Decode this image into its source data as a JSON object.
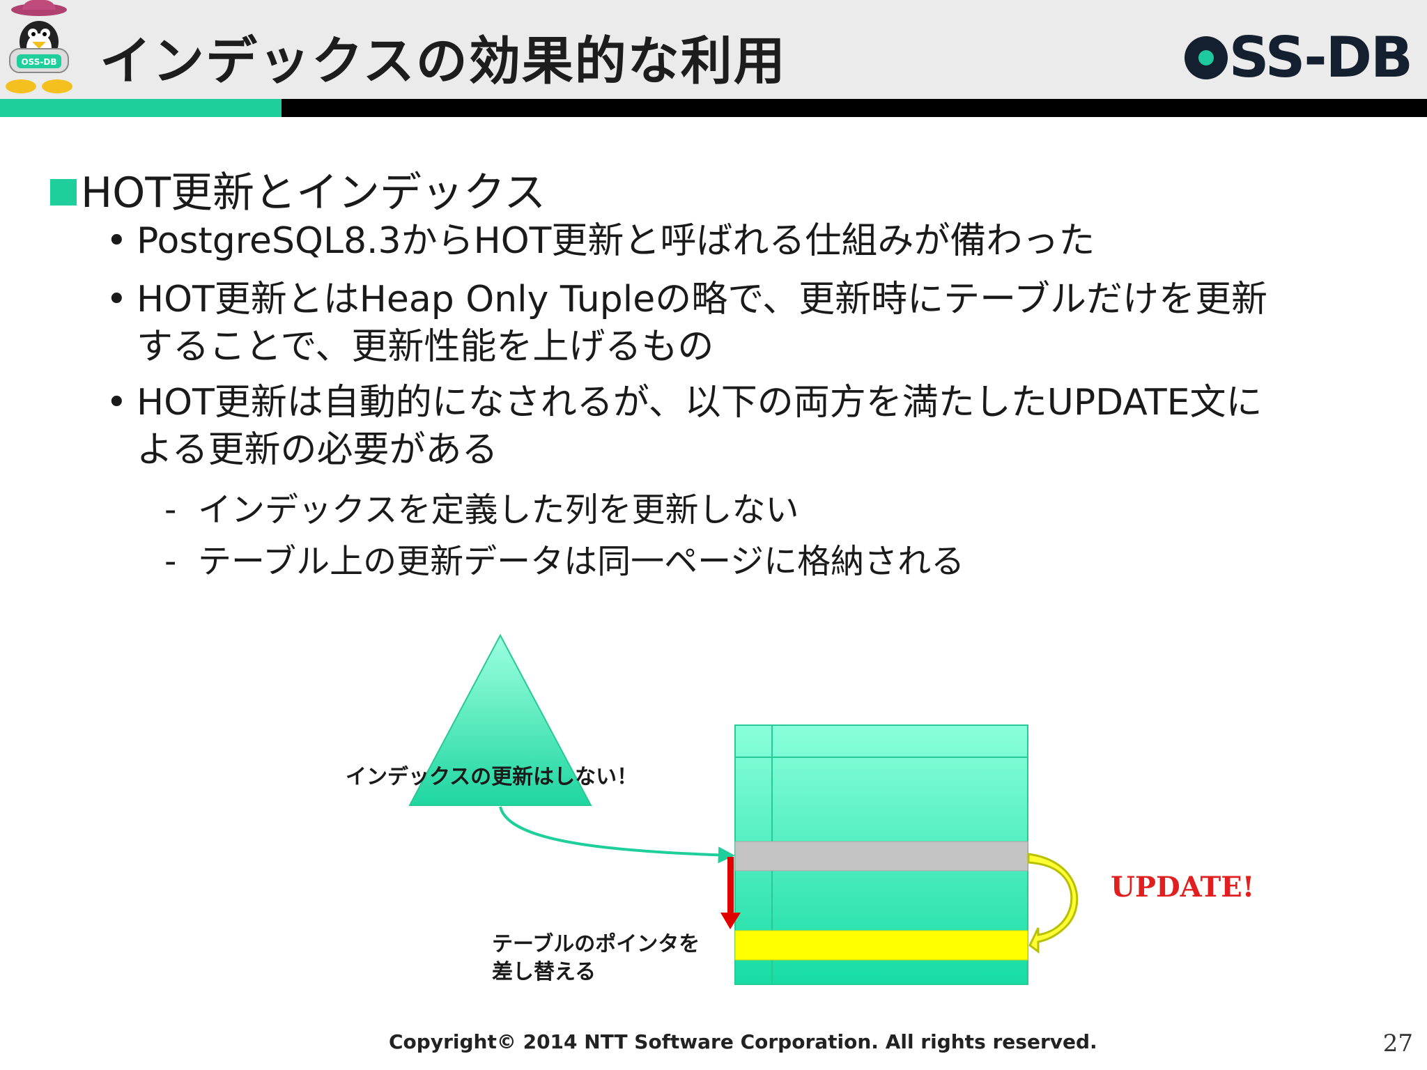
{
  "header": {
    "title": "インデックスの効果的な利用",
    "logo_text": "SS-DB",
    "mascot_badge": "OSS-DB"
  },
  "content": {
    "heading": "HOT更新とインデックス",
    "bullets": [
      {
        "line1": "PostgreSQL8.3からHOT更新と呼ばれる仕組みが備わった"
      },
      {
        "line1": "HOT更新とはHeap Only Tupleの略で、更新時にテーブルだけを更新",
        "line2": "することで、更新性能を上げるもの"
      },
      {
        "line1": "HOT更新は自動的になされるが、以下の両方を満たしたUPDATE文に",
        "line2": "よる更新の必要がある"
      }
    ],
    "subbullets": [
      "インデックスを定義した列を更新しない",
      "テーブル上の更新データは同一ページに格納される"
    ]
  },
  "diagram": {
    "index_label": "インデックスの更新はしない！",
    "pointer_label_1": "テーブルのポインタを",
    "pointer_label_2": "差し替える",
    "update_label": "UPDATE!",
    "colors": {
      "index": "#2ee0ad",
      "table": "#3fe6b6",
      "old_row": "#c4c4c4",
      "new_row": "#ffff00",
      "update_text": "#e02020",
      "pointer_arrow": "#e00000"
    }
  },
  "footer": {
    "copyright": "Copyright© 2014 NTT Software Corporation. All rights reserved.",
    "page_number": "27"
  }
}
